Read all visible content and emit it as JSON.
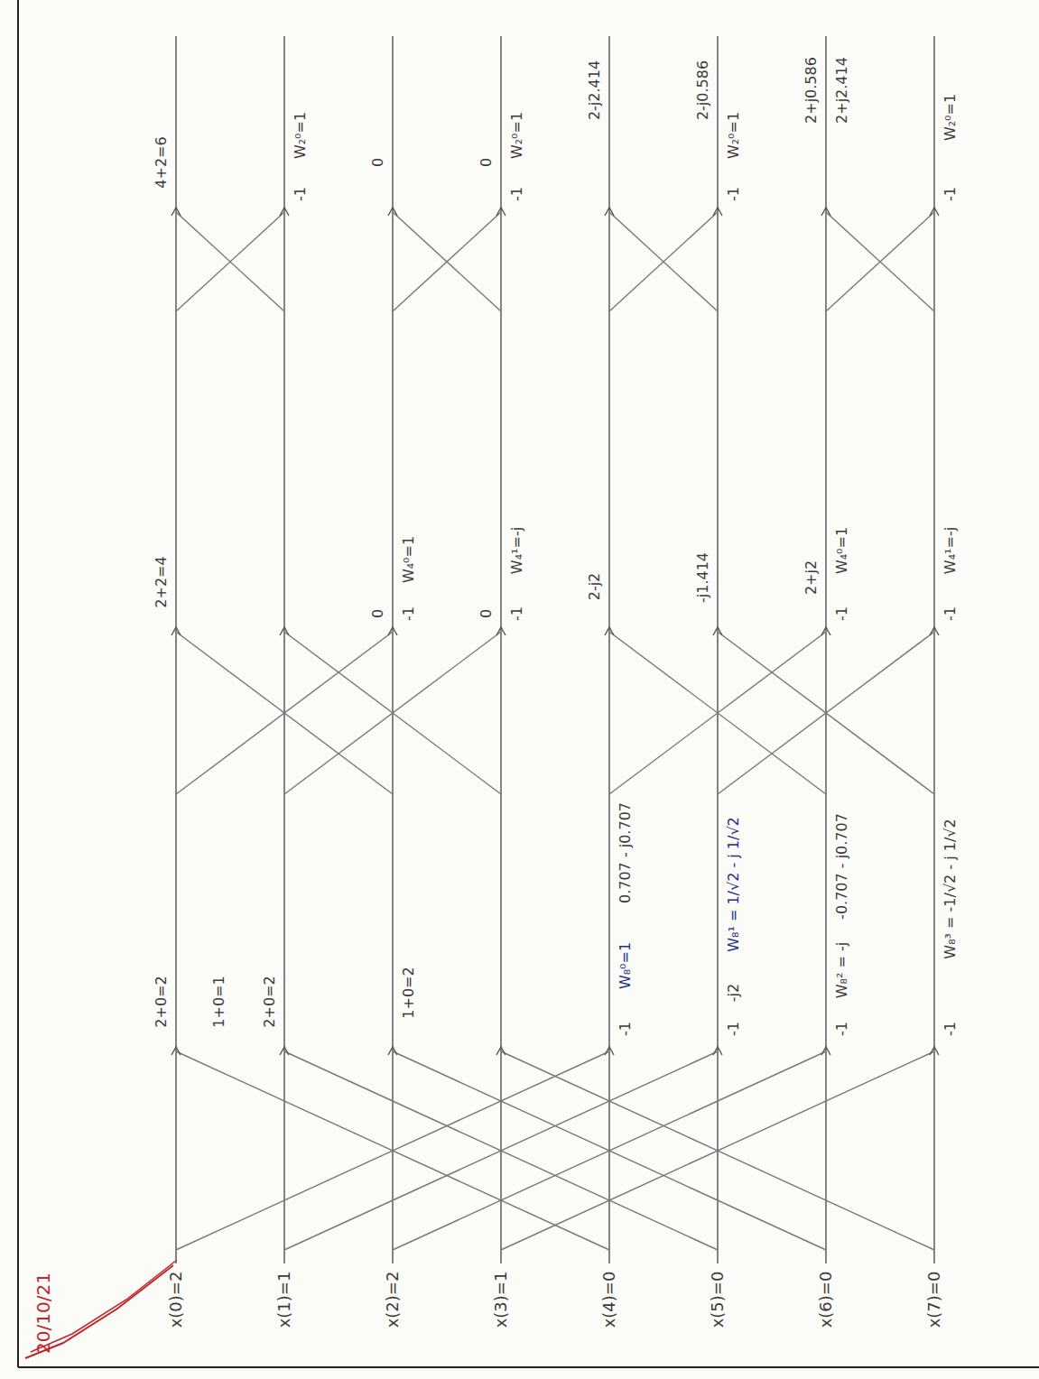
{
  "diagram": {
    "labels": [
      "x(0)=2",
      "x(1)=1",
      "x(2)=2",
      "x(3)=1",
      "x(4)=0",
      "x(5)=0",
      "x(6)=0",
      "x(7)=0",
      "20/10/21",
      "2+0=2",
      "1+0=1",
      "2+0=2",
      "1+0=2",
      "W₈⁰=1",
      "0.707 - j0.707",
      "W₈¹ = 1/√2 - j 1/√2",
      "-j2",
      "-0.707 - j0.707",
      "W₈² = -j",
      "W₈³ = -1/√2 - j 1/√2",
      "-1",
      "-1",
      "-1",
      "-1",
      "2+2=4",
      "0",
      "W₄⁰=1",
      "0",
      "W₄¹=-j",
      "-1",
      "-1",
      "2-j2",
      "-j1.414",
      "2+j2",
      "W₄⁰=1",
      "W₄¹=-j",
      "-1",
      "-1",
      "4+2=6",
      "W₂⁰=1",
      "-1",
      "0",
      "0",
      "W₂⁰=1",
      "-1",
      "2-j2.414",
      "2-j0.586",
      "W₂⁰=1",
      "-1",
      "2+j0.586",
      "2+j2.414",
      "W₂⁰=1",
      "-1"
    ]
  }
}
